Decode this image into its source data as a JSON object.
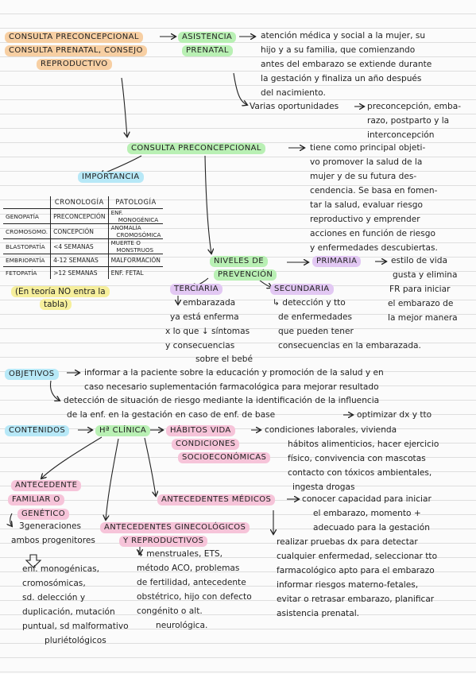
{
  "top": {
    "consulta_lines": [
      "CONSULTA PRECONCEPCIONAL",
      "CONSULTA PRENATAL, CONSEJO",
      "REPRODUCTIVO"
    ],
    "asistencia_lines": [
      "ASISTENCIA",
      "PRENATAL"
    ],
    "asistencia_def": [
      "atención médica y social a la mujer, su",
      "hijo y a su familia, que comienzando",
      "antes del embarazo se extiende durante",
      "la gestación y finaliza un año después",
      "del nacimiento."
    ],
    "oportunidades": [
      "Varias oportunidades",
      "preconcepción, emba-",
      "razo, postparto y la",
      "interconcepción"
    ]
  },
  "preconcepcional": {
    "title": "CONSULTA PRECONCEPCIONAL",
    "def": [
      "tiene como principal objeti-",
      "vo promover la salud de la",
      "mujer y de su futura des-",
      "cendencia. Se basa en fomen-",
      "tar la salud, evaluar riesgo",
      "reproductivo y emprender",
      "acciones en función de riesgo",
      "y enfermedades descubiertas."
    ]
  },
  "importancia": {
    "title": "IMPORTANCIA",
    "col_headers": [
      "CRONOLOGÍA",
      "PATOLOGÍA"
    ],
    "rows": [
      {
        "label": "GENOPATÍA",
        "crono": "PRECONCEPCIÓN",
        "pato": [
          "ENF.",
          "MONOGÉNICA"
        ]
      },
      {
        "label": "CROMOSOMO.",
        "crono": "CONCEPCIÓN",
        "pato": [
          "ANOMALÍA",
          "CROMOSÓMICA"
        ]
      },
      {
        "label": "BLASTOPATÍA",
        "crono": "<4 SEMANAS",
        "pato": [
          "MUERTE O",
          "MONSTRUOS"
        ]
      },
      {
        "label": "EMBRIOPATÍA",
        "crono": "4-12 SEMANAS",
        "pato": [
          "MALFORMACIÓN"
        ]
      },
      {
        "label": "FETOPATÍA",
        "crono": ">12 SEMANAS",
        "pato": [
          "ENF. FETAL"
        ]
      }
    ],
    "note": [
      "(En teoría NO entra la",
      "tabla)"
    ]
  },
  "niveles": {
    "title": [
      "NIVELES DE",
      "PREVENCIÓN"
    ],
    "primaria": "PRIMARIA",
    "primaria_def": [
      "estilo de vida",
      "gusta y elimina",
      "FR para iniciar",
      "el embarazo de",
      "la mejor manera"
    ],
    "terciaria": "TERCIARIA",
    "terciaria_def": [
      "embarazada",
      "ya está enferma",
      "x lo que ↓ síntomas",
      "y consecuencias",
      "sobre el bebé"
    ],
    "secundaria": "SECUNDARIA",
    "secundaria_def": [
      "↳ detección y tto",
      "de enfermedades",
      "que pueden tener",
      "consecuencias en la embarazada."
    ]
  },
  "objetivos": {
    "title": "OBJETIVOS",
    "lines": [
      "informar a la paciente sobre la educación y promoción de la salud y en",
      "caso necesario suplementación farmacológica para mejorar resultado",
      "detección de situación de riesgo mediante la identificación de la influencia",
      "de la enf. en la gestación en caso de enf. de base",
      "optimizar dx y tto"
    ]
  },
  "contenidos": {
    "title": "CONTENIDOS",
    "hclinica": "Hª CLÍNICA",
    "habitos_title": [
      "HÁBITOS VIDA",
      "CONDICIONES",
      "SOCIOECONÓMICAS"
    ],
    "habitos_def": [
      "condiciones laborales, vivienda",
      "hábitos alimenticios, hacer ejercicio",
      "físico, convivencia con mascotas",
      "contacto con tóxicos ambientales,",
      "ingesta drogas"
    ],
    "familiar_title": [
      "ANTECEDENTE",
      "FAMILIAR O",
      "GENÉTICO"
    ],
    "familiar_def": [
      "3generaciones",
      "ambos progenitores"
    ],
    "familiar_sub": [
      "enf. monogénicas,",
      "cromosómicas,",
      "sd. delección y",
      "duplicación, mutación",
      "puntual, sd malformativo",
      "pluriétológicos"
    ],
    "gineco_title": [
      "ANTECEDENTES GINECOLÓGICOS",
      "Y REPRODUCTIVOS"
    ],
    "gineco_def": [
      "↳ menstruales, ETS,",
      "método ACO, problemas",
      "de fertilidad, antecedente",
      "obstétrico, hijo con defecto",
      "congénito o alt.",
      "neurológica."
    ],
    "medicos_title": "ANTECEDENTES MÉDICOS",
    "medicos_def": [
      "conocer capacidad para iniciar",
      "el embarazo, momento +",
      "adecuado para la gestación"
    ],
    "medicos_more": [
      "realizar pruebas dx para detectar",
      "cualquier enfermedad, seleccionar tto",
      "farmacológico apto para el embarazo",
      "informar riesgos materno-fetales,",
      "evitar o retrasar embarazo, planificar",
      "asistencia prenatal."
    ]
  }
}
